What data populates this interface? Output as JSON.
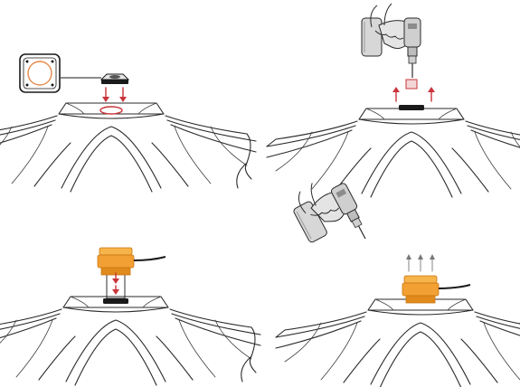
{
  "diagram": {
    "type": "assembly-steps",
    "steps": [
      {
        "step": 1,
        "action": "place-adhesive-ring",
        "arrow_direction": "down",
        "callout": "adhesive-ring-detail"
      },
      {
        "step": 2,
        "action": "drill-mount-hole",
        "arrow_direction": "up",
        "tool": "drill"
      },
      {
        "step": 3,
        "action": "lower-sensor-onto-mount",
        "arrow_direction": "down"
      },
      {
        "step": 4,
        "action": "secure-sensor-with-drill",
        "arrow_direction": "up",
        "tool": "drill"
      }
    ],
    "colors": {
      "arrow_red": "#c8343a",
      "sensor_orange": "#f2a033",
      "sensor_orange_dark": "#e08a1c",
      "pad_black": "#1a1a1a",
      "drill_gray": "#cfcfcf",
      "line": "#2a2a2a"
    }
  }
}
